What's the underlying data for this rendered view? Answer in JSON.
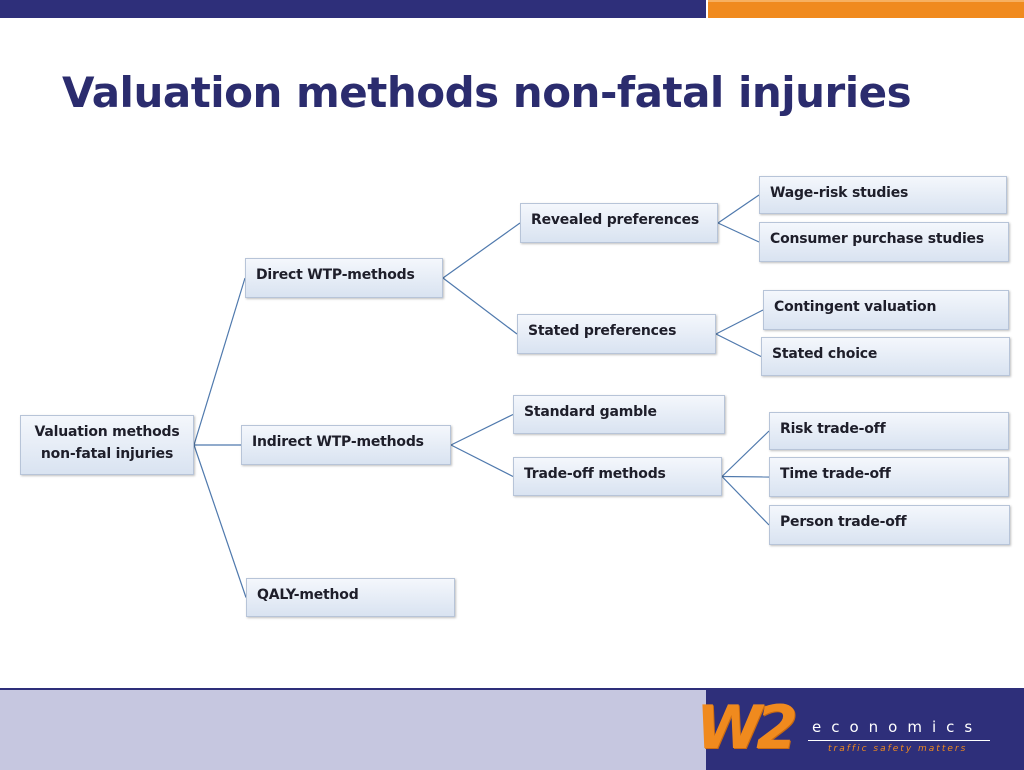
{
  "title": "Valuation methods non-fatal injuries",
  "colors": {
    "navy": "#2e2f7a",
    "orange": "#f08a1e",
    "box_fill": "#dde6f2",
    "connector": "#4f79ad"
  },
  "nodes": {
    "root": "Valuation methods non-fatal injuries",
    "direct_wtp": "Direct WTP-methods",
    "indirect_wtp": "Indirect WTP-methods",
    "qaly": "QALY-method",
    "revealed": "Revealed preferences",
    "stated": "Stated preferences",
    "standard_gamble": "Standard gamble",
    "tradeoff_methods": "Trade-off methods",
    "wage_risk": "Wage-risk studies",
    "consumer_purchase": "Consumer purchase studies",
    "contingent_valuation": "Contingent valuation",
    "stated_choice": "Stated choice",
    "risk_tradeoff": "Risk trade-off",
    "time_tradeoff": "Time trade-off",
    "person_tradeoff": "Person trade-off"
  },
  "edges": [
    [
      "root",
      "direct_wtp"
    ],
    [
      "root",
      "indirect_wtp"
    ],
    [
      "root",
      "qaly"
    ],
    [
      "direct_wtp",
      "revealed"
    ],
    [
      "direct_wtp",
      "stated"
    ],
    [
      "revealed",
      "wage_risk"
    ],
    [
      "revealed",
      "consumer_purchase"
    ],
    [
      "stated",
      "contingent_valuation"
    ],
    [
      "stated",
      "stated_choice"
    ],
    [
      "indirect_wtp",
      "standard_gamble"
    ],
    [
      "indirect_wtp",
      "tradeoff_methods"
    ],
    [
      "tradeoff_methods",
      "risk_tradeoff"
    ],
    [
      "tradeoff_methods",
      "time_tradeoff"
    ],
    [
      "tradeoff_methods",
      "person_tradeoff"
    ]
  ],
  "logo": {
    "mark": "W2",
    "word": "economics",
    "tagline": "traffic safety matters"
  }
}
